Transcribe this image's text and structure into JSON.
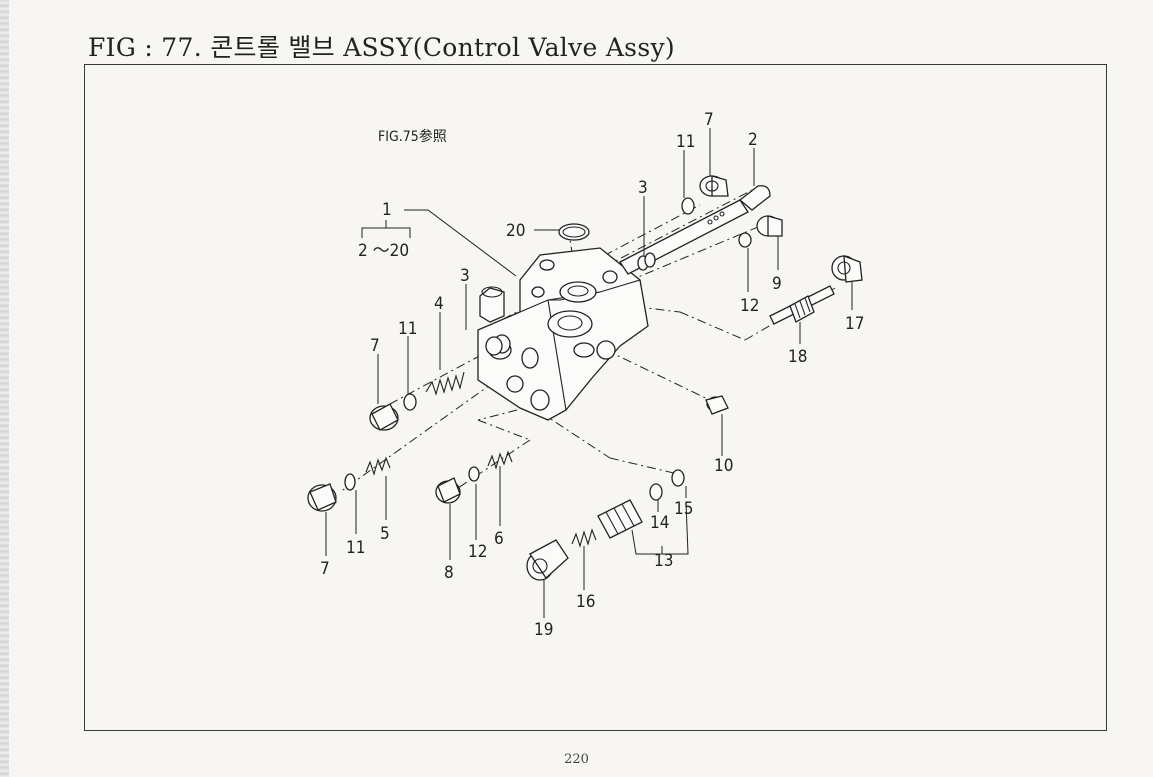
{
  "header": {
    "title": "FIG : 77. 콘트롤 밸브 ASSY(Control Valve Assy)"
  },
  "diagram": {
    "reference_note": "FIG.75参照",
    "assembly_label": "1",
    "assembly_range": "2 ～20",
    "callouts": {
      "c2": "2",
      "c3a": "3",
      "c3b": "3",
      "c4": "4",
      "c5": "5",
      "c6": "6",
      "c7a": "7",
      "c7b": "7",
      "c7c": "7",
      "c8": "8",
      "c9": "9",
      "c10": "10",
      "c11a": "11",
      "c11b": "11",
      "c11c": "11",
      "c12a": "12",
      "c12b": "12",
      "c13": "13",
      "c14": "14",
      "c15": "15",
      "c16": "16",
      "c17": "17",
      "c18": "18",
      "c19": "19",
      "c20": "20"
    }
  },
  "footer": {
    "page_number": "220"
  }
}
